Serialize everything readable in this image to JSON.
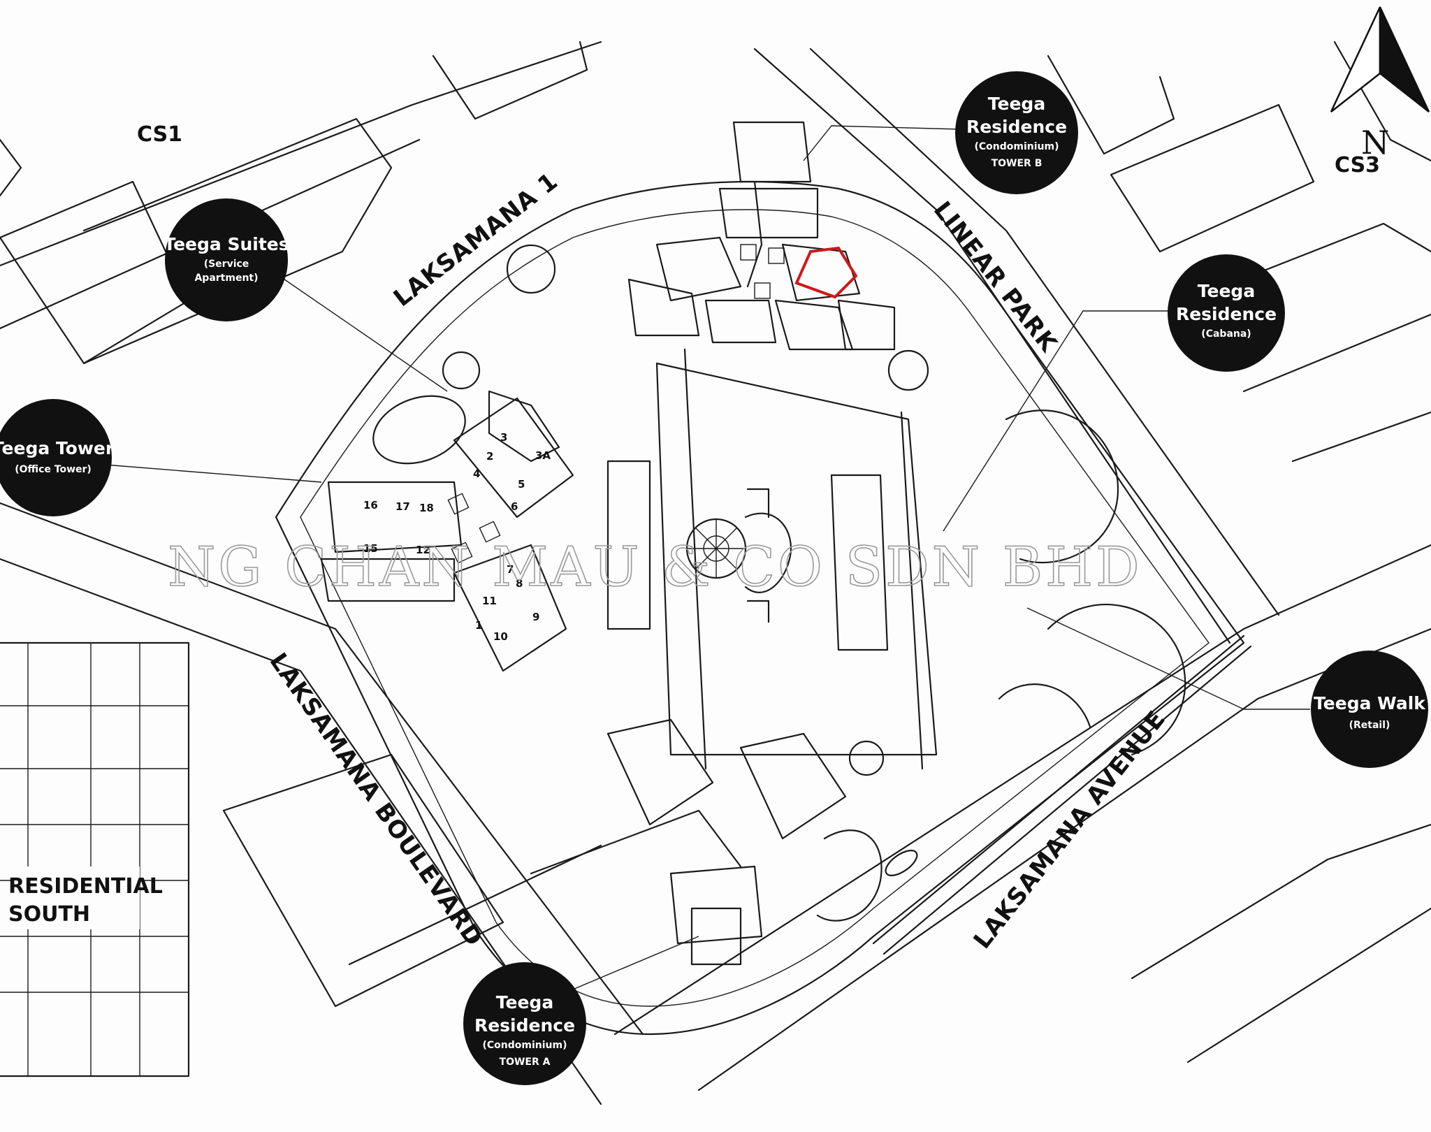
{
  "roads": {
    "laksamana_1": "LAKSAMANA 1",
    "linear_park": "LINEAR PARK",
    "laksamana_boulevard": "LAKSAMANA BOULEVARD",
    "laksamana_avenue": "LAKSAMANA AVENUE"
  },
  "zones": {
    "cs1": "CS1",
    "cs3": "CS3",
    "residential_south_1": "RESIDENTIAL",
    "residential_south_2": "SOUTH"
  },
  "callouts": {
    "teega_suites": {
      "title": "Teega Suites",
      "sub1": "(Service",
      "sub2": "Apartment)"
    },
    "teega_tower": {
      "title": "Teega Tower",
      "sub1": "(Office Tower)"
    },
    "tower_b": {
      "title1": "Teega",
      "title2": "Residence",
      "sub1": "(Condominium)",
      "sub2": "TOWER B"
    },
    "cabana": {
      "title1": "Teega",
      "title2": "Residence",
      "sub1": "(Cabana)"
    },
    "teega_walk": {
      "title": "Teega Walk",
      "sub1": "(Retail)"
    },
    "tower_a": {
      "title1": "Teega",
      "title2": "Residence",
      "sub1": "(Condominium)",
      "sub2": "TOWER A"
    }
  },
  "units": [
    "3",
    "3A",
    "2",
    "5",
    "6",
    "4",
    "16",
    "17",
    "18",
    "15",
    "12",
    "7",
    "8",
    "11",
    "9",
    "1",
    "10"
  ],
  "watermark": "NG CHAN MAU & CO SDN BHD",
  "north_label": "N",
  "colors": {
    "ink": "#1a1a1a",
    "callout": "#111111",
    "highlight": "#d01818"
  }
}
